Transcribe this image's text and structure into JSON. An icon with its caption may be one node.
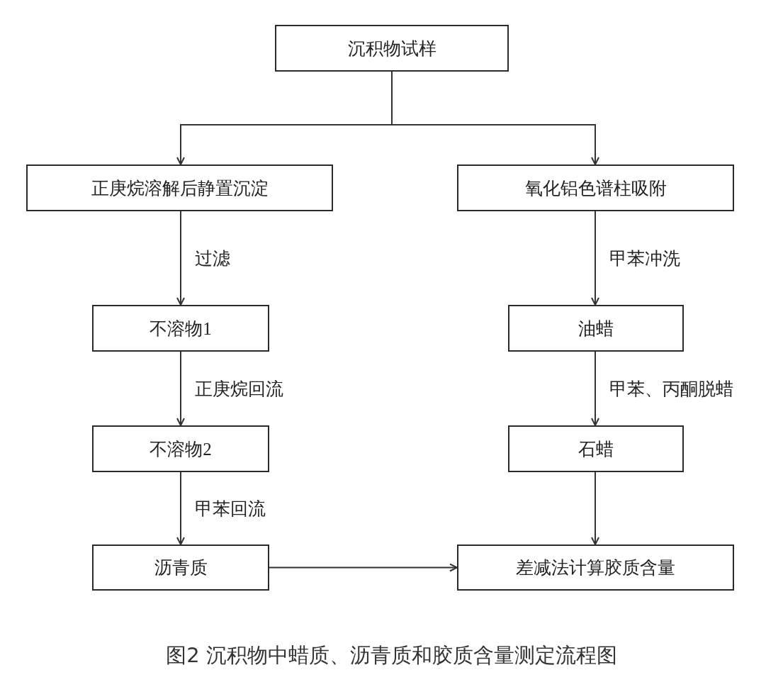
{
  "diagram": {
    "caption": "图2 沉积物中蜡质、沥青质和胶质含量测定流程图",
    "nodes": [
      {
        "text": [
          "沉积物试样"
        ]
      },
      {
        "text": [
          "正庚烷溶解后静置沉淀"
        ]
      },
      {
        "text": [
          "氧化铝色谱柱吸附"
        ]
      },
      {
        "text": [
          "不溶物1"
        ]
      },
      {
        "text": [
          "油蜡"
        ]
      },
      {
        "text": [
          "不溶物2"
        ]
      },
      {
        "text": [
          "石蜡"
        ]
      },
      {
        "text": [
          "沥青质"
        ]
      },
      {
        "text": [
          "差减法计算胶质含量"
        ]
      }
    ],
    "edges": [
      {
        "from": 0,
        "to": 1,
        "arrow": "to"
      },
      {
        "from": 0,
        "to": 2,
        "arrow": "to"
      },
      {
        "from": 1,
        "to": 3,
        "arrow": "to",
        "label": "过滤"
      },
      {
        "from": 2,
        "to": 4,
        "arrow": "to",
        "label": "甲苯冲洗"
      },
      {
        "from": 3,
        "to": 5,
        "arrow": "to",
        "label": "正庚烷回流"
      },
      {
        "from": 4,
        "to": 6,
        "arrow": "to",
        "label": "甲苯、丙酮脱蜡"
      },
      {
        "from": 5,
        "to": 7,
        "arrow": "to",
        "label": "甲苯回流"
      },
      {
        "from": 6,
        "to": 8,
        "arrow": "to"
      },
      {
        "from": 7,
        "to": 8,
        "arrow": "to"
      }
    ]
  }
}
